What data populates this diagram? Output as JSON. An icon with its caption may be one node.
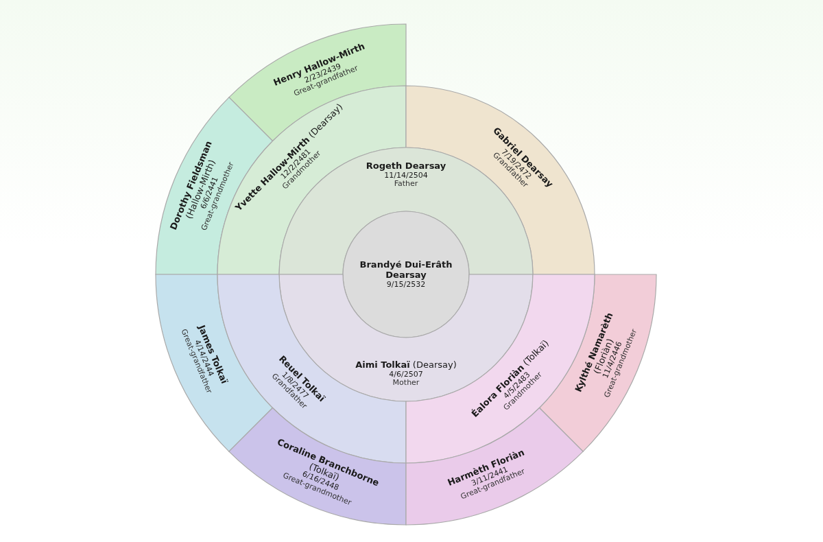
{
  "diagram": {
    "nodes": [
      {
        "text": [
          "Henry Hallow-Mirth",
          "2/23/2439",
          "Great-grandfather"
        ]
      },
      {
        "text": [
          "**Dorothy Fieldsman** (Hallow-Mirth)",
          "6/6/2441",
          "Great-grandmother"
        ]
      },
      {
        "text": [
          "**Yvette Hallow-Mirth** (Dearsay)",
          "12/2/2481",
          "Grandmother"
        ]
      },
      {
        "text": [
          "Gabriel Dearsay",
          "7/19/2472",
          "Grandfather"
        ]
      },
      {
        "text": [
          "Rogeth Dearsay",
          "11/14/2504",
          "Father"
        ]
      },
      {
        "text": [
          "Brandyé Dui-Erâth Dearsay",
          "9/15/2532"
        ]
      },
      {
        "text": [
          "**Kylthé Namarèth** (Floriàn)",
          "11/4/2446",
          "Great-grandmother"
        ]
      },
      {
        "text": [
          "James Tolkaï",
          "4/14/2444",
          "Great-grandfather"
        ]
      },
      {
        "text": [
          "**Aimi Tolkaï** (Dearsay)",
          "4/6/2507",
          "Mother"
        ]
      },
      {
        "text": [
          "Reuel Tolkaï",
          "1/8/2477",
          "Grandfather"
        ]
      },
      {
        "text": [
          "**Éalora Floriàn** (Tolkaï)",
          "4/5/2483",
          "Grandmother"
        ]
      },
      {
        "text": [
          "**Coraline Branchborne** (Tolkaï)",
          "6/16/2448",
          "Great-grandmother"
        ]
      },
      {
        "text": [
          "Harmèth Floriàn",
          "3/11/2441",
          "Great-grandfather"
        ]
      }
    ]
  }
}
